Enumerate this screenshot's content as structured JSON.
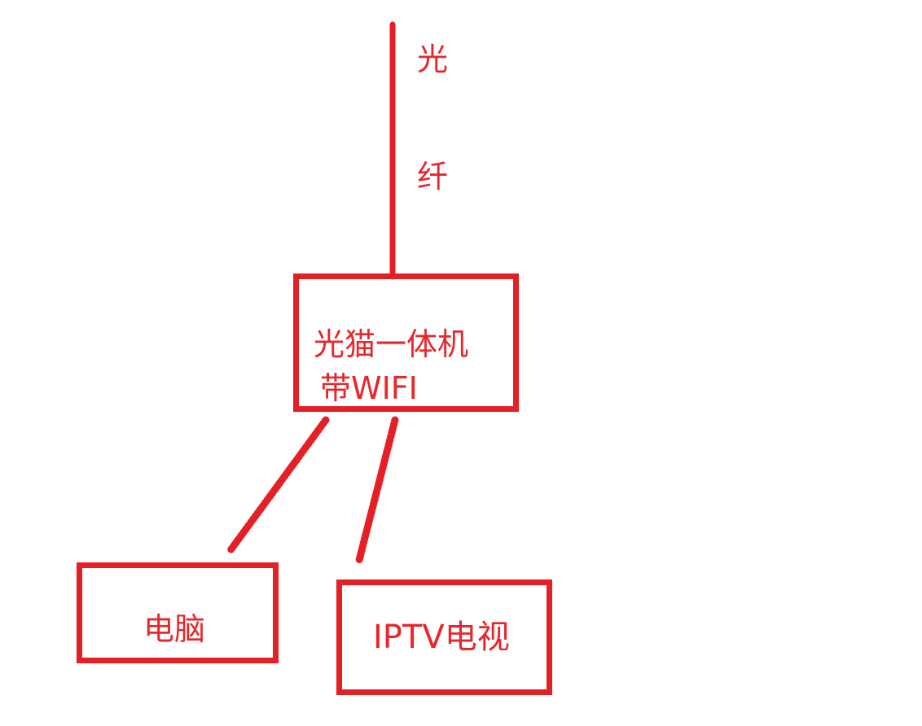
{
  "diagram": {
    "fiber_label_1": "光",
    "fiber_label_2": "纤",
    "modem": {
      "line1": "光猫一体机",
      "line2": "带WIFI"
    },
    "computer_label": "电脑",
    "iptv_label": "IPTV电视"
  },
  "colors": {
    "line": "#e51f26",
    "text": "#e8262b",
    "background": "#ffffff"
  }
}
